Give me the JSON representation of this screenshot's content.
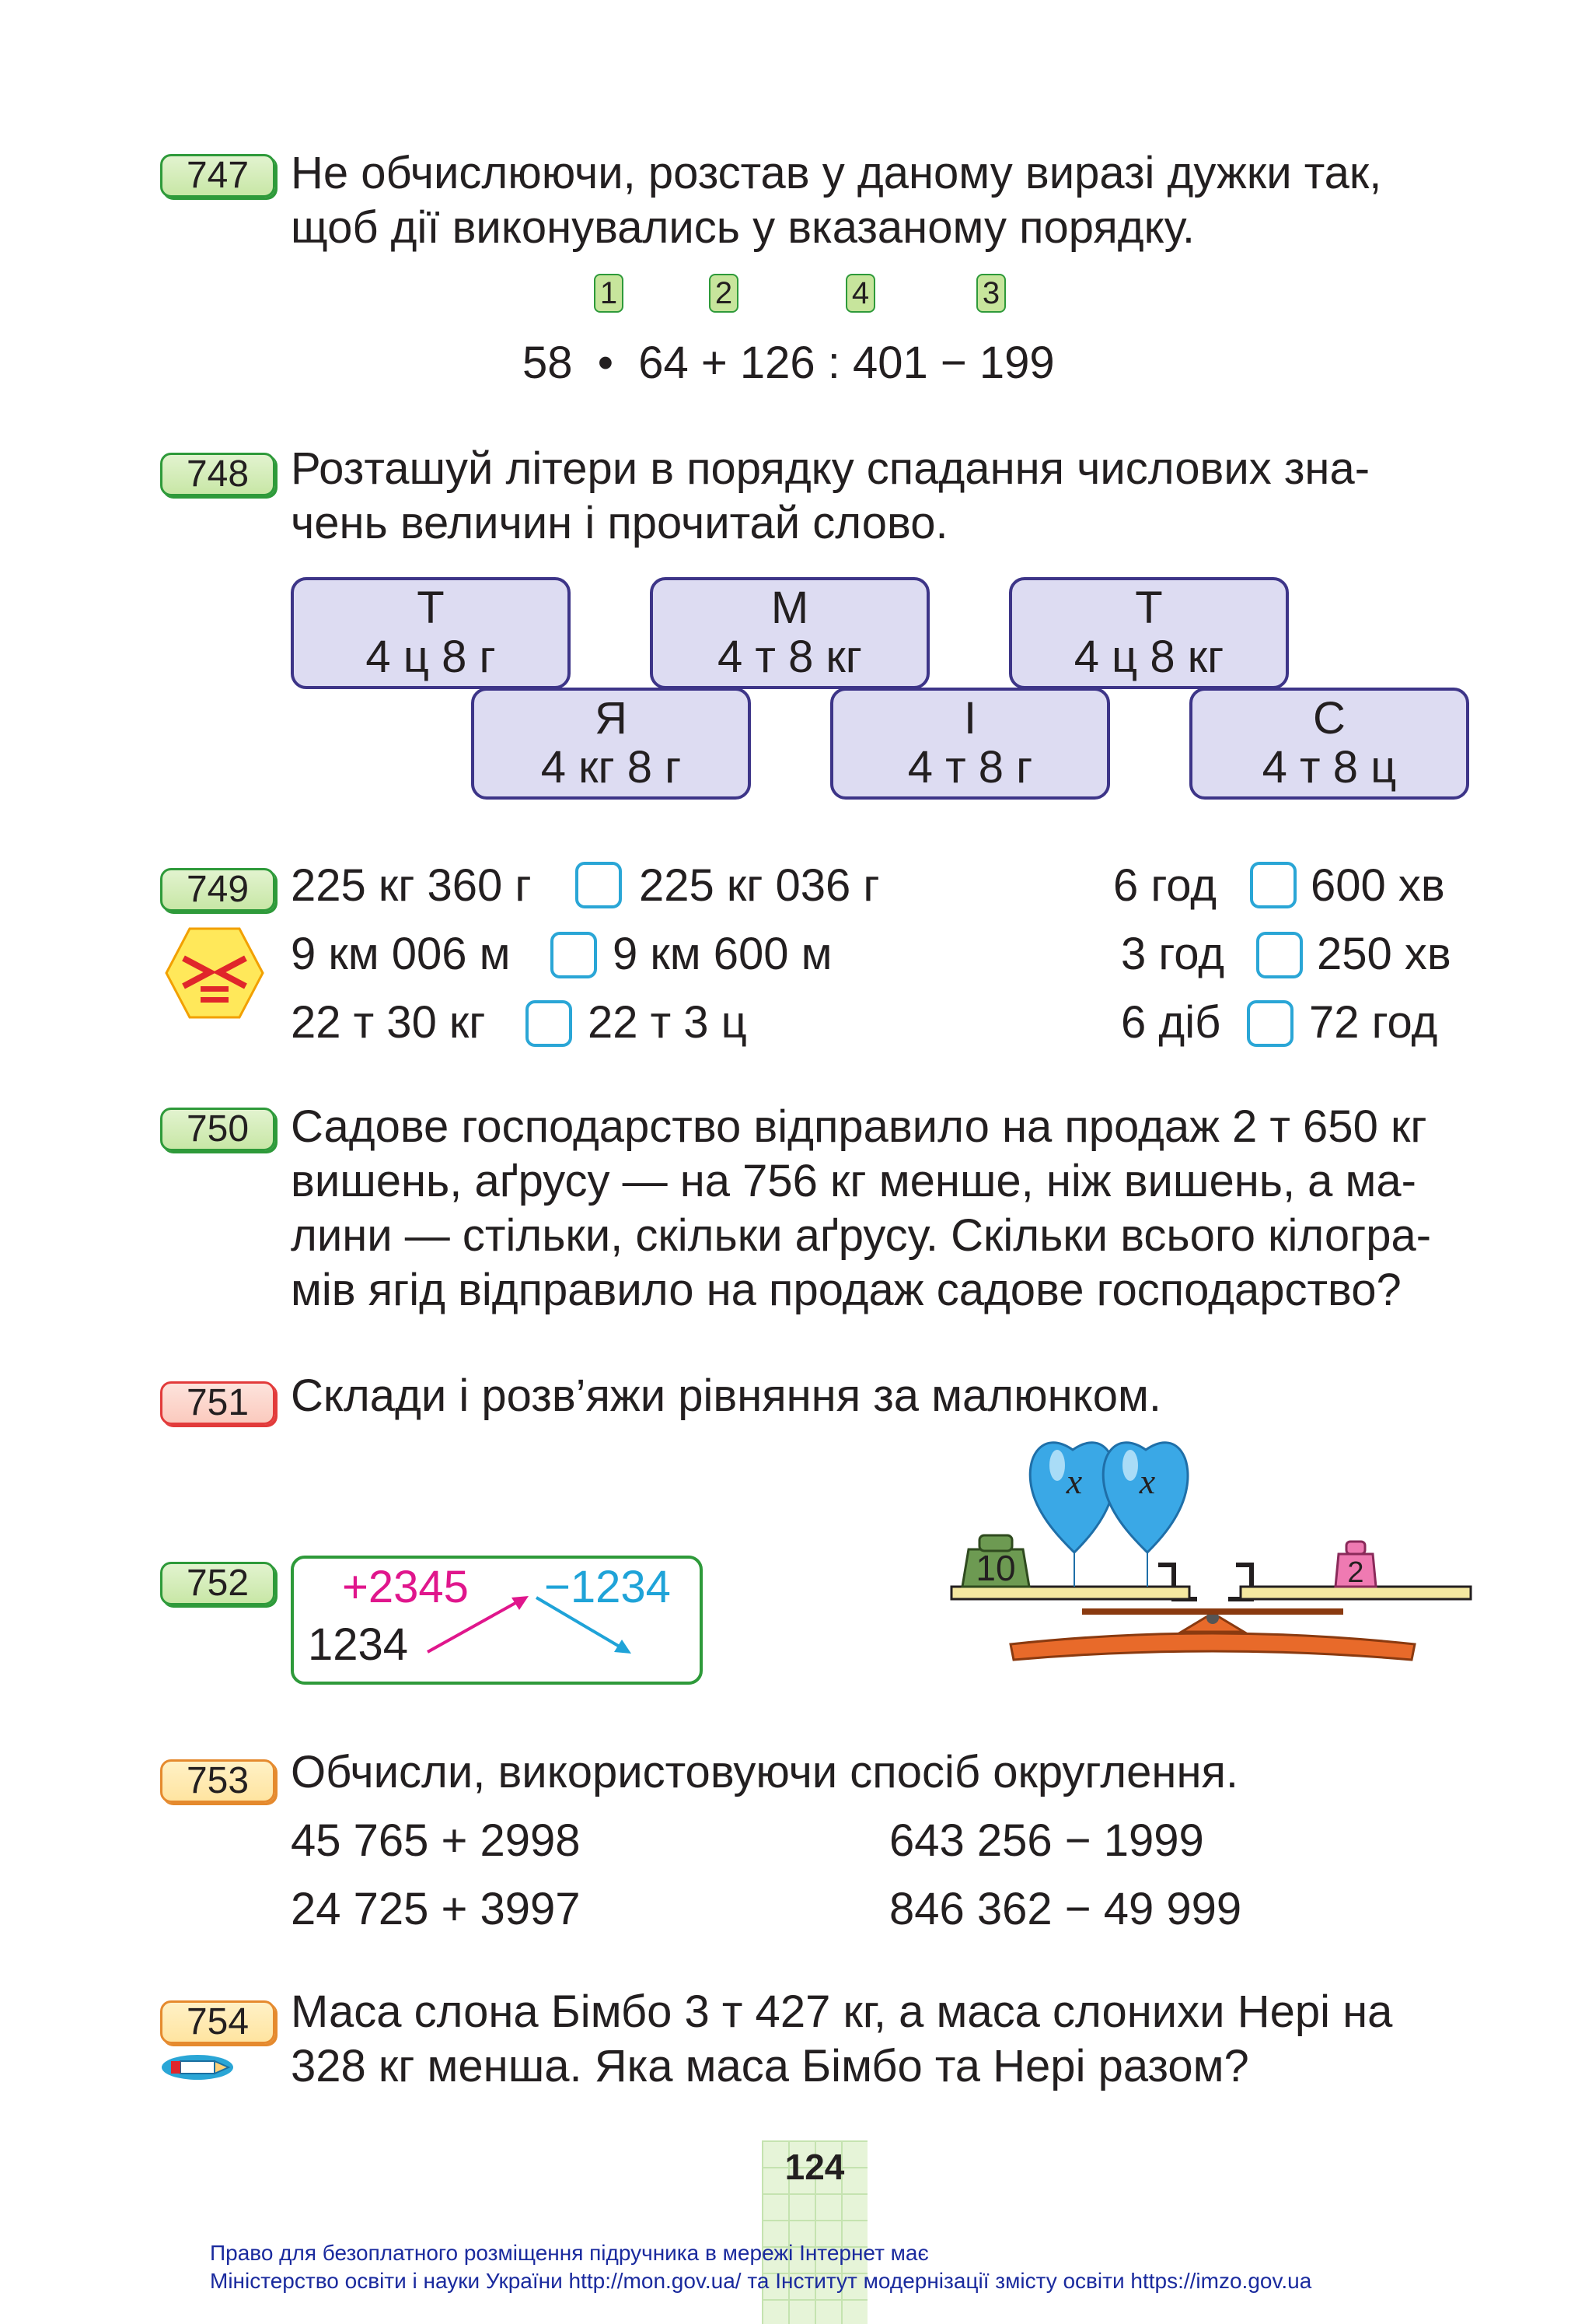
{
  "ex747": {
    "number": "747",
    "text_line1": "Не обчислюючи, розстав у даному виразі дужки так,",
    "text_line2": "щоб дії виконувались у вказаному порядку.",
    "order_marks": [
      "1",
      "2",
      "4",
      "3"
    ],
    "expression": "58  •  64 + 126 : 401 − 199"
  },
  "ex748": {
    "number": "748",
    "text_line1": "Розташуй літери в порядку спадання числових зна-",
    "text_line2": "чень величин і прочитай слово.",
    "cards": [
      {
        "letter": "Т",
        "value": "4 ц 8 г"
      },
      {
        "letter": "М",
        "value": "4 т 8 кг"
      },
      {
        "letter": "Т",
        "value": "4 ц 8 кг"
      },
      {
        "letter": "Я",
        "value": "4 кг 8 г"
      },
      {
        "letter": "І",
        "value": "4 т 8 г"
      },
      {
        "letter": "С",
        "value": "4 т 8 ц"
      }
    ]
  },
  "ex749": {
    "number": "749",
    "icon": "compare-signs-icon",
    "rows": [
      {
        "left": "225 кг 360 г",
        "right": "225 кг 036 г",
        "left2": "6 год",
        "right2": "600 хв"
      },
      {
        "left": "9 км 006 м",
        "right": "9 км 600 м",
        "left2": "3 год",
        "right2": "250 хв"
      },
      {
        "left": "22 т 30 кг",
        "right": "22 т 3 ц",
        "left2": "6 діб",
        "right2": "72 год"
      }
    ]
  },
  "ex750": {
    "number": "750",
    "lines": [
      "Садове господарство відправило на продаж 2 т 650 кг",
      "вишень, аґрусу — на 756 кг менше, ніж вишень, а ма-",
      "лини — стільки, скільки аґрусу. Скільки всього кілогра-",
      "мів ягід відправило на продаж садове господарство?"
    ]
  },
  "ex751": {
    "number": "751",
    "text": "Склади і розв’яжи рівняння за малюнком.",
    "scale": {
      "weight_left": "10",
      "balloon1": "x",
      "balloon2": "x",
      "weight_right": "2"
    }
  },
  "ex752": {
    "number": "752",
    "start": "1234",
    "op1": "+2345",
    "op2": "−1234"
  },
  "ex753": {
    "number": "753",
    "text": "Обчисли, використовуючи спосіб округлення.",
    "items": [
      "45 765 + 2998",
      "643 256 − 1999",
      "24 725 + 3997",
      "846 362 − 49 999"
    ]
  },
  "ex754": {
    "number": "754",
    "icon": "pencil-icon",
    "text_line1": "Маса слона Бімбо 3 т 427 кг, а маса слонихи Нері на",
    "text_line2": "328 кг менша. Яка маса Бімбо та Нері разом?"
  },
  "page_number": "124",
  "footer": {
    "line1": "Право для безоплатного розміщення підручника в мережі Інтернет має",
    "line2": "Міністерство освіти і науки України http://mon.gov.ua/ та Інститут модернізації змісту освіти https://imzo.gov.ua"
  },
  "colors": {
    "green_badge": "#2e9a3a",
    "card_border": "#3d3588",
    "card_fill": "#dddcf2",
    "compare_box": "#2aa6d6",
    "magenta": "#e0168c",
    "cyan": "#1fa3d8",
    "footer_text": "#1a2a9e"
  }
}
